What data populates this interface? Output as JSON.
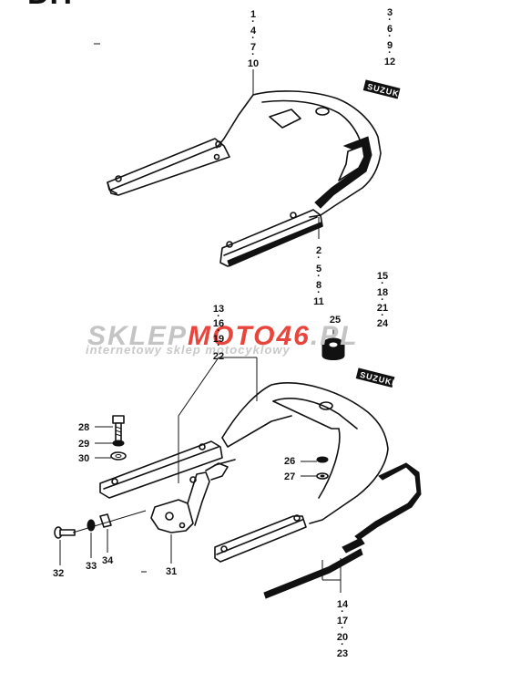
{
  "header_fragment": "DH",
  "watermark": {
    "part1": "SKLEP",
    "part2": "MOTO",
    "part3": "46",
    "part4": ".PL",
    "subtitle": "internetowy sklep motocyklowy",
    "color_gray": "#c4c4c4",
    "color_red": "#e8453c"
  },
  "callouts": [
    {
      "id": "c1",
      "labels": [
        "1",
        "4",
        "7",
        "10"
      ]
    },
    {
      "id": "c2",
      "labels": [
        "3",
        "6",
        "9",
        "12"
      ]
    },
    {
      "id": "c3",
      "labels": [
        "2",
        "5",
        "8",
        "11"
      ]
    },
    {
      "id": "c4",
      "labels": [
        "15",
        "18",
        "21",
        "24"
      ]
    },
    {
      "id": "c5",
      "labels": [
        "13",
        "16",
        "19",
        "22"
      ]
    },
    {
      "id": "c6",
      "labels": [
        "25"
      ]
    },
    {
      "id": "c7",
      "labels": [
        "14",
        "17",
        "20",
        "23"
      ]
    }
  ],
  "parts": {
    "p28": "28",
    "p29": "29",
    "p30": "30",
    "p26": "26",
    "p27": "27",
    "p32": "32",
    "p33": "33",
    "p34": "34",
    "p31": "31"
  },
  "emblem_text": "SUZUKI"
}
